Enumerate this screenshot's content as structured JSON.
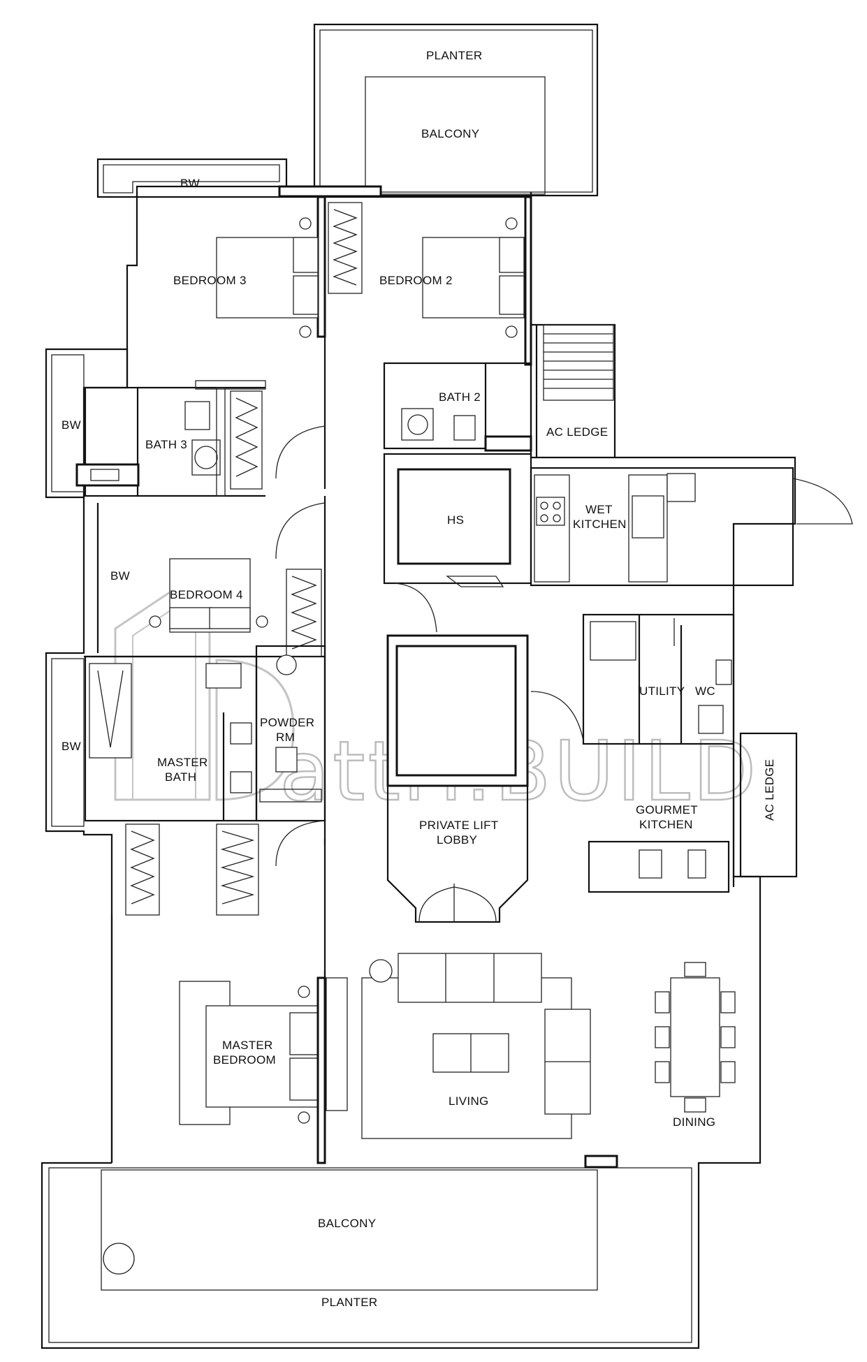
{
  "plan": {
    "rooms": {
      "planter_top": "PLANTER",
      "balcony_top": "BALCONY",
      "bw_top": "BW",
      "bedroom3": "BEDROOM 3",
      "bedroom2": "BEDROOM 2",
      "bath2": "BATH 2",
      "bw_left1": "BW",
      "bath3": "BATH 3",
      "ac_ledge_top": "AC LEDGE",
      "hs": "HS",
      "wet_kitchen_1": "WET",
      "wet_kitchen_2": "KITCHEN",
      "bw_left2": "BW",
      "bedroom4": "BEDROOM 4",
      "utility": "UTILITY",
      "wc": "WC",
      "powder_rm_1": "POWDER",
      "powder_rm_2": "RM",
      "bw_left3": "BW",
      "master_bath_1": "MASTER",
      "master_bath_2": "BATH",
      "ac_ledge_right": "AC LEDGE",
      "gourmet_kitchen_1": "GOURMET",
      "gourmet_kitchen_2": "KITCHEN",
      "private_lift_lobby_1": "PRIVATE LIFT",
      "private_lift_lobby_2": "LOBBY",
      "master_bedroom_1": "MASTER",
      "master_bedroom_2": "BEDROOM",
      "living": "LIVING",
      "dining": "DINING",
      "balcony_bottom": "BALCONY",
      "planter_bottom": "PLANTER"
    },
    "watermark": "attri.BUILD"
  }
}
